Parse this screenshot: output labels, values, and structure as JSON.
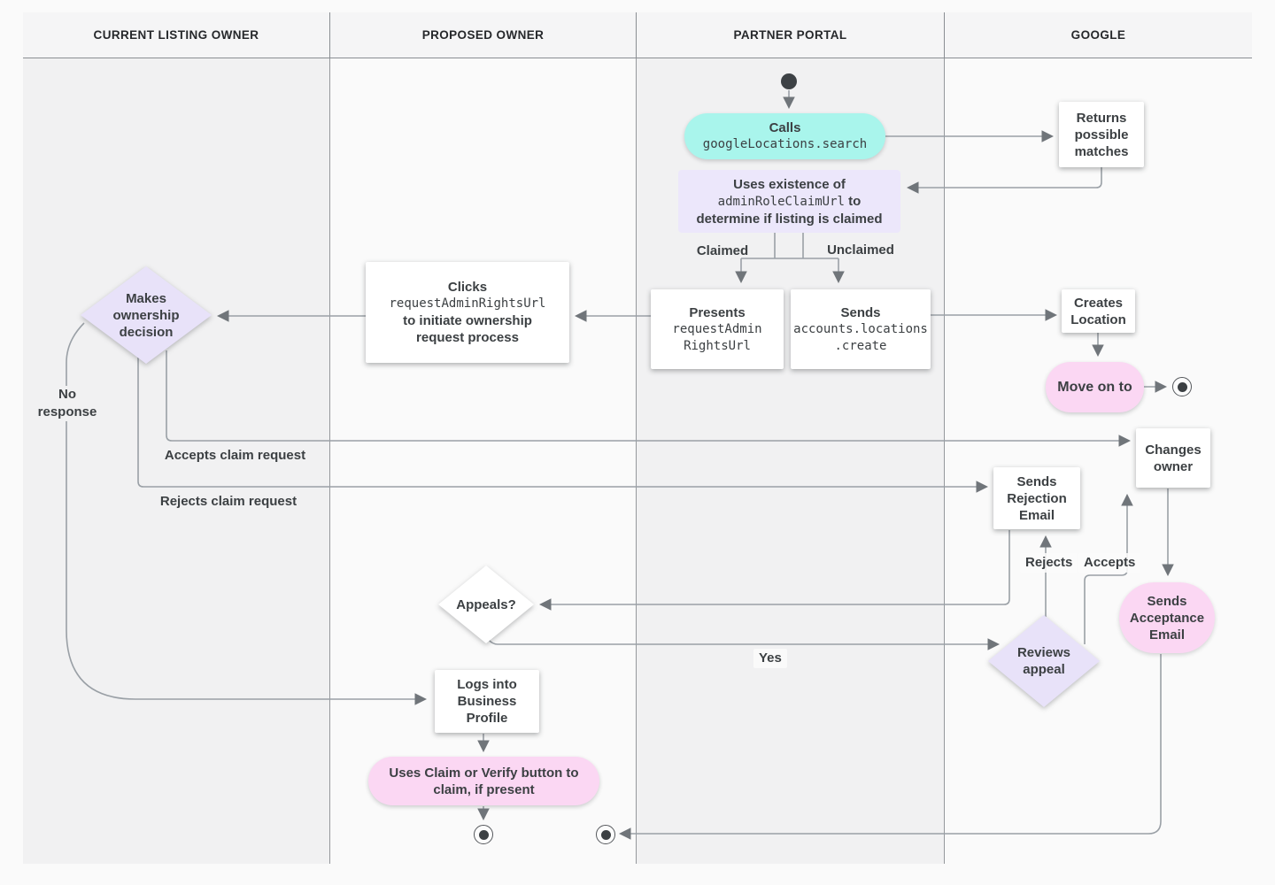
{
  "header": {
    "lanes": [
      "CURRENT LISTING OWNER",
      "PROPOSED OWNER",
      "PARTNER PORTAL",
      "GOOGLE"
    ]
  },
  "nodes": {
    "calls": {
      "title": "Calls",
      "code": "googleLocations.search"
    },
    "returns_matches": {
      "text": "Returns possible matches"
    },
    "uses_existence": {
      "line1": "Uses existence of",
      "code": "adminRoleClaimUrl",
      "line2_suffix": "to",
      "line3": "determine if listing is claimed"
    },
    "presents": {
      "title": "Presents",
      "code_line1": "requestAdmin",
      "code_line2": "RightsUrl"
    },
    "sends_create": {
      "title": "Sends",
      "code_line1": "accounts.locations",
      "code_line2": ".create"
    },
    "creates_location": {
      "text": "Creates Location"
    },
    "move_on": {
      "text": "Move on to"
    },
    "clicks": {
      "title": "Clicks",
      "code": "requestAdminRightsUrl",
      "line3": "to initiate ownership",
      "line4": "request process"
    },
    "makes_decision": {
      "text": "Makes ownership decision"
    },
    "changes_owner": {
      "text": "Changes owner"
    },
    "sends_rejection": {
      "text": "Sends Rejection Email"
    },
    "sends_acceptance": {
      "text": "Sends Acceptance Email"
    },
    "appeals": {
      "text": "Appeals?"
    },
    "reviews_appeal": {
      "text": "Reviews appeal"
    },
    "logs_into": {
      "text": "Logs into Business Profile"
    },
    "uses_claim": {
      "text": "Uses Claim or Verify button to claim, if present"
    }
  },
  "edge_labels": {
    "claimed": "Claimed",
    "unclaimed": "Unclaimed",
    "no_response": "No response",
    "accepts_claim": "Accepts claim request",
    "rejects_claim": "Rejects claim request",
    "rejects": "Rejects",
    "accepts": "Accepts",
    "yes": "Yes"
  },
  "colors": {
    "teal": "#a9f5ec",
    "lavender_box": "#ece7fb",
    "lavender_diamond": "#e8e2f9",
    "pink": "#fbd7f3",
    "line": "#9aa0a6",
    "arrow": "#70757a",
    "text": "#3c4043"
  }
}
